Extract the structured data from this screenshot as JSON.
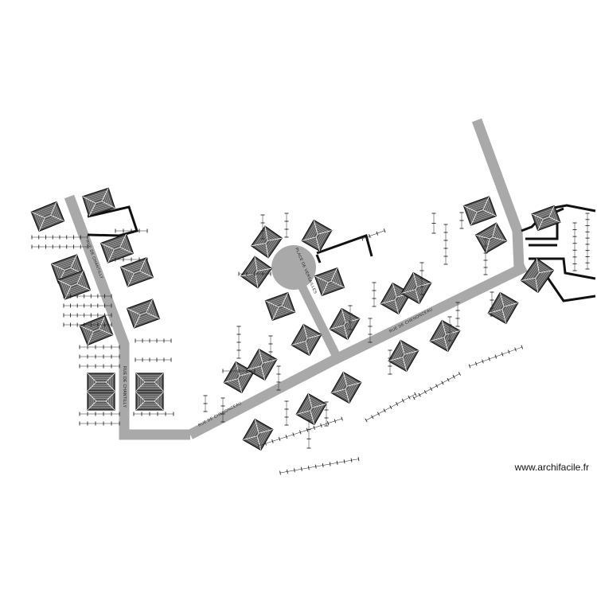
{
  "plan": {
    "streets": [
      {
        "id": "rue-chantilly-1",
        "label": "RUE DE CHANTILLY"
      },
      {
        "id": "rue-chantilly-2",
        "label": "RUE DE CHANTILLY"
      },
      {
        "id": "rue-chenonceau-1",
        "label": "RUE DE CHENONCEAU"
      },
      {
        "id": "rue-chenonceau-2",
        "label": "RUE DE CHENONCEAU"
      },
      {
        "id": "place-versailles",
        "label": "PLACE DE VERSAILLES"
      }
    ],
    "colors": {
      "road": "#a9a9a9",
      "roof": "#5d5d5d",
      "wall": "#111111",
      "background": "#ffffff"
    }
  },
  "watermark": "www.archifacile.fr"
}
